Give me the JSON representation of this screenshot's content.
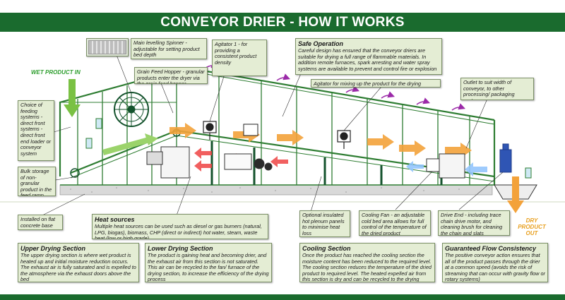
{
  "title": "CONVEYOR DRIER -  HOW IT WORKS",
  "labels": {
    "wet_product_in": "WET PRODUCT IN",
    "dry_product_out": "DRY PRODUCT OUT"
  },
  "callouts": {
    "spinner": "Main levelling Spinner - adjustable for setting product bed depth",
    "agitator1": "Agitator 1 - for providing a consistent product density",
    "grain_hopper": "Grain Feed Hopper - granular products enter the dryer via the grain feed hopper",
    "safe_title": "Safe Operation",
    "safe_text": "Careful design has ensured that the conveyor driers are suitable for drying a full range of flammable materials. In addition remote furnaces, spark arresting and water spray systems are available to prevent and control fire or explosion",
    "agitator_mix": "Agitator for mixing up the product for the drying process",
    "outlet": "Outlet to suit width of conveyor, to other processing/ packaging systems",
    "feeding": "Choice of feeding systems - direct front systems - direct front end loader or conveyor system",
    "bulk": "Bulk storage of non-granular product in the feed ramp",
    "base": "Installed on flat concrete base",
    "heat_title": "Heat sources",
    "heat_text": "Multiple heat sources can be used such as diesel or gas burners (natural, LPG, biogas), biomass, CHP (direct or indirect) hot water, steam, waste heat (low or high grade)",
    "insulated": "Optional insulated hot plenum panels to minimise heat loss",
    "cooling_fan": "Cooling Fan - an adjustable cold bed area allows for full control of the temperature of the dried product",
    "drive_end": "Drive End - including trace chain drive motor, and cleaning brush for cleaning the chain and slats",
    "upper_title": "Upper Drying Section",
    "upper_text": "The upper drying section is where wet product is heated up and initial moisture reduction occurs. The exhaust air is fully saturated and is expelled to the atmosphere via the exhaust doors above the bed",
    "lower_title": "Lower Drying Section",
    "lower_text": "The product is gaining heat and becoming drier, and the exhaust air from this section is not saturated. This air can be recycled to the fan/ furnace of the drying section, to increase the efficiency of the drying process",
    "cooling_title": "Cooling Section",
    "cooling_text": "Once the product has reached the cooling section the moisture content has been reduced to the required level. The cooling section reduces the temperature of the dried product to required level. The heated expelled air from this section is dry and can be recycled to the drying section",
    "flow_title": "Guaranteed Flow Consistency",
    "flow_text": "The positive conveyor action ensures that all of the product passes through the drier at a common speed (avoids the risk of streaming that can occur with gravity flow or rotary systems)"
  },
  "colors": {
    "frame": "#2e7d32",
    "title_bg": "#1a6b2e",
    "box_bg": "#e4edd4",
    "hot_arrow": "#f3a23a",
    "warm_arrow": "#ef4444",
    "cool_arrow": "#93c5fd",
    "exhaust_arrow": "#9b2aa8",
    "inlet_arrow": "#7ac143"
  }
}
